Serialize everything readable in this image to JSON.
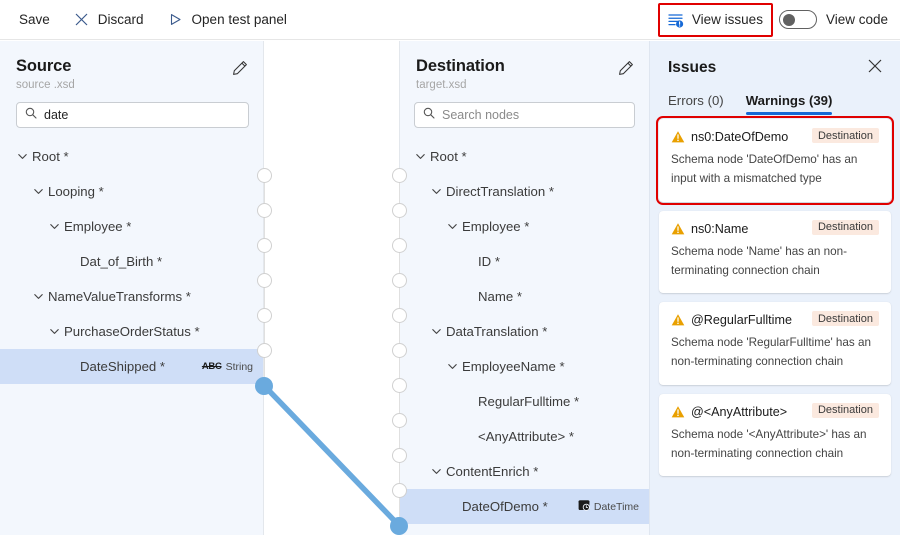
{
  "toolbar": {
    "save_label": "Save",
    "discard_label": "Discard",
    "discard_icon": "close-x-icon",
    "test_panel_label": "Open test panel",
    "test_panel_icon": "play-triangle-icon",
    "view_issues_label": "View issues",
    "view_issues_icon": "issues-list-icon",
    "view_code_label": "View code",
    "view_code_toggle_state": "off",
    "highlight_color": "#e00000"
  },
  "source": {
    "title": "Source",
    "subtitle": "source .xsd",
    "edit_icon": "pencil-edit-icon",
    "search": {
      "value": "date",
      "placeholder": "",
      "icon": "search-icon"
    },
    "nodes": [
      {
        "label": "Root *",
        "depth": 0,
        "expandable": true,
        "selected": false,
        "type": ""
      },
      {
        "label": "Looping *",
        "depth": 1,
        "expandable": true,
        "selected": false,
        "type": ""
      },
      {
        "label": "Employee *",
        "depth": 2,
        "expandable": true,
        "selected": false,
        "type": ""
      },
      {
        "label": "Dat_of_Birth *",
        "depth": 3,
        "expandable": false,
        "selected": false,
        "type": ""
      },
      {
        "label": "NameValueTransforms *",
        "depth": 1,
        "expandable": true,
        "selected": false,
        "type": ""
      },
      {
        "label": "PurchaseOrderStatus *",
        "depth": 2,
        "expandable": true,
        "selected": false,
        "type": ""
      },
      {
        "label": "DateShipped *",
        "depth": 3,
        "expandable": false,
        "selected": true,
        "type": "String",
        "type_icon": "abc-string-icon"
      }
    ]
  },
  "destination": {
    "title": "Destination",
    "subtitle": "target.xsd",
    "edit_icon": "pencil-edit-icon",
    "search": {
      "value": "",
      "placeholder": "Search nodes",
      "icon": "search-icon"
    },
    "nodes": [
      {
        "label": "Root *",
        "depth": 0,
        "expandable": true,
        "selected": false,
        "type": ""
      },
      {
        "label": "DirectTranslation *",
        "depth": 1,
        "expandable": true,
        "selected": false,
        "type": ""
      },
      {
        "label": "Employee *",
        "depth": 2,
        "expandable": true,
        "selected": false,
        "type": ""
      },
      {
        "label": "ID *",
        "depth": 3,
        "expandable": false,
        "selected": false,
        "type": ""
      },
      {
        "label": "Name *",
        "depth": 3,
        "expandable": false,
        "selected": false,
        "type": ""
      },
      {
        "label": "DataTranslation *",
        "depth": 1,
        "expandable": true,
        "selected": false,
        "type": ""
      },
      {
        "label": "EmployeeName *",
        "depth": 2,
        "expandable": true,
        "selected": false,
        "type": ""
      },
      {
        "label": "RegularFulltime *",
        "depth": 3,
        "expandable": false,
        "selected": false,
        "type": ""
      },
      {
        "label": "<AnyAttribute> *",
        "depth": 3,
        "expandable": false,
        "selected": false,
        "type": ""
      },
      {
        "label": "ContentEnrich *",
        "depth": 1,
        "expandable": true,
        "selected": false,
        "type": ""
      },
      {
        "label": "DateOfDemo *",
        "depth": 2,
        "expandable": false,
        "selected": true,
        "type": "DateTime",
        "type_icon": "datetime-icon"
      }
    ]
  },
  "connection": {
    "from_node": "DateShipped *",
    "to_node": "DateOfDemo *",
    "color": "#6aaade"
  },
  "issues": {
    "title": "Issues",
    "close_icon": "close-x-icon",
    "tabs": [
      {
        "label": "Errors (0)",
        "active": false
      },
      {
        "label": "Warnings (39)",
        "active": true
      }
    ],
    "cards": [
      {
        "icon": "warning-triangle-icon",
        "node": "ns0:DateOfDemo",
        "badge": "Destination",
        "description": "Schema node 'DateOfDemo' has an input with a mismatched type",
        "highlighted": true
      },
      {
        "icon": "warning-triangle-icon",
        "node": "ns0:Name",
        "badge": "Destination",
        "description": "Schema node 'Name' has an non-terminating connection chain",
        "highlighted": false
      },
      {
        "icon": "warning-triangle-icon",
        "node": "@RegularFulltime",
        "badge": "Destination",
        "description": "Schema node 'RegularFulltime' has an non-terminating connection chain",
        "highlighted": false
      },
      {
        "icon": "warning-triangle-icon",
        "node": "@<AnyAttribute>",
        "badge": "Destination",
        "description": "Schema node '<AnyAttribute>' has an non-terminating connection chain",
        "highlighted": false
      }
    ]
  }
}
